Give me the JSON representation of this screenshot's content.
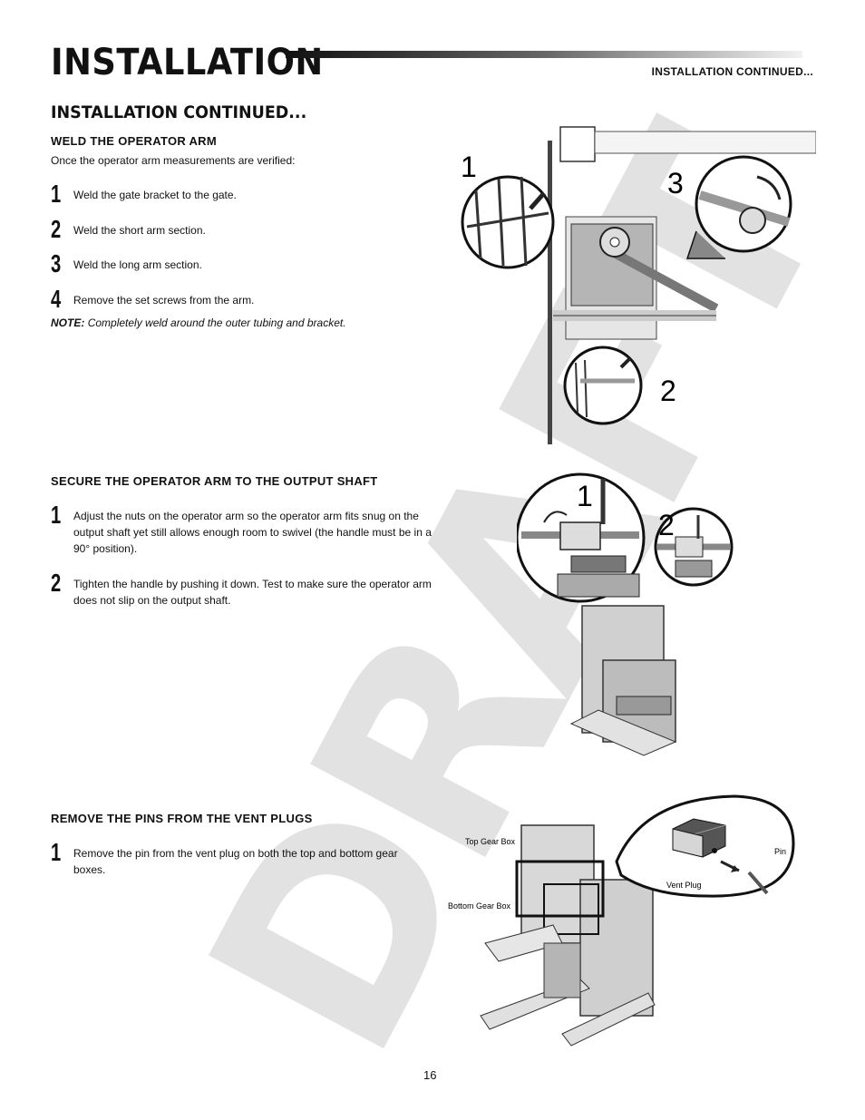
{
  "page": {
    "title": "INSTALLATION",
    "header_right": "INSTALLATION CONTINUED...",
    "section_heading": "INSTALLATION CONTINUED...",
    "page_number": "16",
    "watermark": "DRAFT"
  },
  "weld_section": {
    "heading": "WELD THE OPERATOR ARM",
    "intro": "Once the operator arm measurements are verified:",
    "steps": [
      {
        "num": "1",
        "text": "Weld the gate bracket to the gate."
      },
      {
        "num": "2",
        "text": "Weld the short arm section."
      },
      {
        "num": "3",
        "text": "Weld the long arm section."
      },
      {
        "num": "4",
        "text": "Remove the set screws from the arm."
      }
    ],
    "note_label": "NOTE:",
    "note_text": "Completely weld around the outer tubing and bracket.",
    "figure_callouts": [
      "1",
      "3",
      "2"
    ]
  },
  "secure_section": {
    "heading": "SECURE THE OPERATOR ARM TO THE OUTPUT SHAFT",
    "steps": [
      {
        "num": "1",
        "text": "Adjust the nuts on the operator arm so the operator arm fits snug on the output shaft yet still allows enough room to swivel (the handle must be in a 90° position)."
      },
      {
        "num": "2",
        "text": "Tighten the handle by pushing it down. Test to make sure the operator arm does not slip on the output shaft."
      }
    ],
    "figure_callouts": [
      "1",
      "2"
    ]
  },
  "vent_section": {
    "heading": "REMOVE THE PINS FROM THE VENT PLUGS",
    "steps": [
      {
        "num": "1",
        "text": "Remove the pin from the vent plug on both the top and bottom gear boxes."
      }
    ],
    "figure_labels": {
      "top_gear_box": "Top Gear Box",
      "bottom_gear_box": "Bottom Gear Box",
      "vent_plug": "Vent Plug",
      "pin": "Pin"
    }
  }
}
